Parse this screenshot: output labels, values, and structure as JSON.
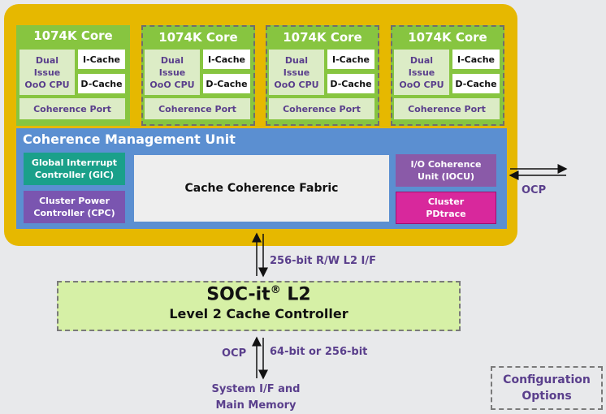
{
  "cores": [
    {
      "title": "1074K Core",
      "cpu_line1": "Dual",
      "cpu_line2": "Issue",
      "cpu_line3": "OoO CPU",
      "icache": "I-Cache",
      "dcache": "D-Cache",
      "port": "Coherence Port"
    },
    {
      "title": "1074K Core",
      "cpu_line1": "Dual",
      "cpu_line2": "Issue",
      "cpu_line3": "OoO CPU",
      "icache": "I-Cache",
      "dcache": "D-Cache",
      "port": "Coherence Port"
    },
    {
      "title": "1074K Core",
      "cpu_line1": "Dual",
      "cpu_line2": "Issue",
      "cpu_line3": "OoO CPU",
      "icache": "I-Cache",
      "dcache": "D-Cache",
      "port": "Coherence Port"
    },
    {
      "title": "1074K Core",
      "cpu_line1": "Dual",
      "cpu_line2": "Issue",
      "cpu_line3": "OoO CPU",
      "icache": "I-Cache",
      "dcache": "D-Cache",
      "port": "Coherence Port"
    }
  ],
  "cmu": {
    "title": "Coherence Management Unit",
    "gic_line1": "Global Interrrupt",
    "gic_line2": "Controller (GIC)",
    "cpc_line1": "Cluster Power",
    "cpc_line2": "Controller (CPC)",
    "fabric": "Cache Coherence Fabric",
    "iocu_line1": "I/O Coherence",
    "iocu_line2": "Unit (IOCU)",
    "pdtrace_line1": "Cluster",
    "pdtrace_line2": "PDtrace"
  },
  "ocp_right": "OCP",
  "bus_top_label": "256-bit R/W L2 I/F",
  "l2": {
    "title_main": "SOC-it",
    "title_sup": "®",
    "title_tail": " L2",
    "subtitle": "Level 2 Cache Controller"
  },
  "bus_bottom_left": "OCP",
  "bus_bottom_right": "64-bit or 256-bit",
  "memory_line1": "System I/F and",
  "memory_line2": "Main Memory",
  "config_line1": "Configuration",
  "config_line2": "Options",
  "colors": {
    "cluster": "#e6b800",
    "core": "#87c540",
    "cmu": "#5b8fd1",
    "gic": "#1aa08a",
    "cpc": "#7a55b0",
    "iocu": "#8a5aa8",
    "pdtrace": "#d8289c",
    "l2": "#d6f0a6"
  }
}
